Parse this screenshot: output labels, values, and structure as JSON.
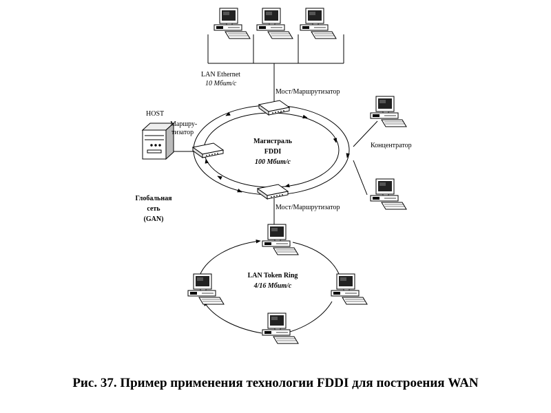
{
  "labels": {
    "lan_ethernet": "LAN Ethernet",
    "lan_ethernet_speed": "10 Мбит/с",
    "bridge_top": "Мост/Маршрутизатор",
    "bridge_bottom": "Мост/Маршрутизатор",
    "host": "HOST",
    "router_line1": "Маршру-",
    "router_line2": "тизатор",
    "backbone_line1": "Магистраль",
    "backbone_line2": "FDDI",
    "backbone_speed": "100 Мбит/с",
    "concentrator": "Концентратор",
    "gan_line1": "Глобальная",
    "gan_line2": "сеть",
    "gan_line3": "(GAN)",
    "token_ring": "LAN Token Ring",
    "token_ring_speed": "4/16 Мбит/с"
  },
  "caption": "Рис. 37. Пример применения технологии FDDI для построения WAN",
  "icons": [
    "workstation-icon",
    "server-icon",
    "bridge-router-icon"
  ]
}
